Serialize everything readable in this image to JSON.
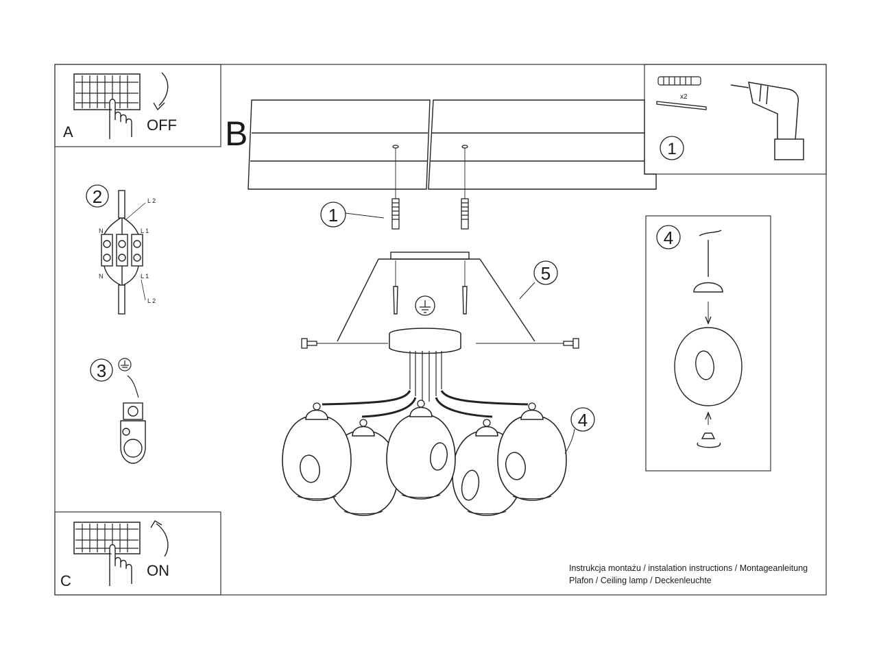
{
  "panels": {
    "a": {
      "letter": "A",
      "state": "OFF"
    },
    "b": {
      "letter": "B"
    },
    "c": {
      "letter": "C",
      "state": "ON"
    }
  },
  "steps": {
    "s1": "1",
    "s2": "2",
    "s3": "3",
    "s4": "4",
    "s5": "5"
  },
  "tools": {
    "anchor_count": "x2"
  },
  "wiring": {
    "top_left": "N",
    "top_l1": "L 1",
    "top_l2": "L 2",
    "bottom_left": "N",
    "bottom_l1": "L 1",
    "bottom_l2": "L 2"
  },
  "caption": {
    "line1": "Instrukcja montażu / instalation instructions / Montageanleitung",
    "line2": "Plafon / Ceiling lamp / Deckenleuchte"
  },
  "icons": [
    "breaker-panel-icon",
    "hand-icon",
    "rotate-arrow-icon",
    "drill-icon",
    "wall-plug-icon",
    "screw-icon",
    "earth-ground-icon",
    "terminal-block-icon",
    "ceiling-lamp-illustration",
    "glass-shade-icon"
  ]
}
